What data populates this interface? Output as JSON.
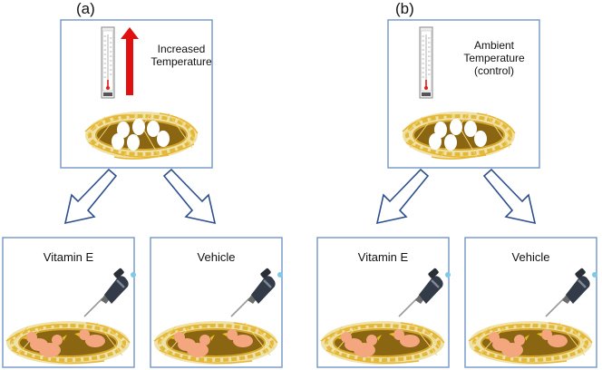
{
  "panels": [
    {
      "letter": "(a)",
      "condition": "Increased Temperature",
      "groups": [
        "Vitamin E",
        "Vehicle"
      ]
    },
    {
      "letter": "(b)",
      "condition_lines": [
        "Ambient",
        "Temperature",
        "(control)"
      ],
      "groups": [
        "Vitamin E",
        "Vehicle"
      ]
    }
  ],
  "colors": {
    "box_border": "#7a9ccc",
    "arrow_outline": "#2e4f8f",
    "heat_arrow": "#e01010",
    "nest_bowl": "#8a6512",
    "straw": "#e8c44a",
    "egg": "#ffffff",
    "chick": "#f4a77e",
    "beak": "#e8c020"
  },
  "icons": [
    "thermometer-icon",
    "heat-arrow-icon",
    "nest-with-eggs-icon",
    "pipette-icon",
    "nest-with-chicks-icon"
  ]
}
